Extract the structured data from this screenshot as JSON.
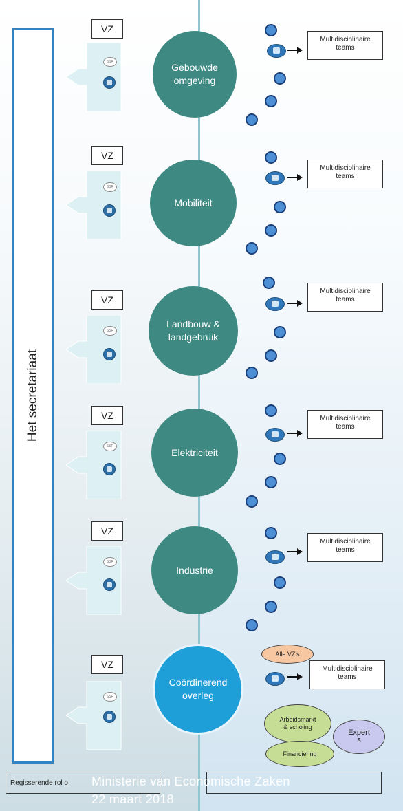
{
  "secretariaat": {
    "label": "Het secretariaat"
  },
  "vz_label": "VZ",
  "ssr_label": "SSR",
  "sectors": [
    {
      "line1": "Gebouwde",
      "line2": "omgeving"
    },
    {
      "line1": "Mobiliteit",
      "line2": ""
    },
    {
      "line1": "Landbouw &",
      "line2": "landgebruik"
    },
    {
      "line1": "Elektriciteit",
      "line2": ""
    },
    {
      "line1": "Industrie",
      "line2": ""
    },
    {
      "line1": "Coördinerend",
      "line2": "overleg"
    }
  ],
  "team": {
    "line1": "Multidisciplinaire",
    "line2": "teams"
  },
  "ovals": {
    "alle_vz": "Alle VZ's",
    "arbeidsmarkt": {
      "line1": "Arbeidsmarkt",
      "line2": "& scholing"
    },
    "financiering": "Financiering",
    "experts": {
      "line1": "Expert",
      "line2": "s"
    }
  },
  "bottom": {
    "left": "Regisserende rol o",
    "right": ""
  },
  "footer": {
    "org": "Ministerie van Economische Zaken",
    "date": "22 maart 2018"
  },
  "colors": {
    "sector_fill": "#3e8a83",
    "coord_fill": "#1e9fd8",
    "dot_fill": "#4c8fd5",
    "frame": "#2e84c7",
    "oval_orange": "#f7c7a2",
    "oval_green": "#c6dd95",
    "oval_lavender": "#c9c9ef"
  }
}
